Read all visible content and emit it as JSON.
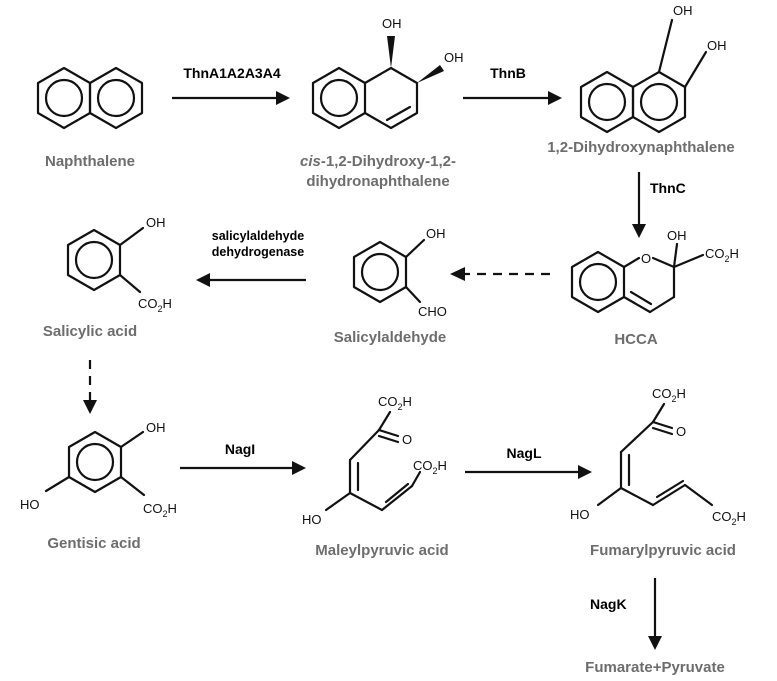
{
  "compounds": {
    "naphthalene": "Naphthalene",
    "dihydrodiol_prefix": "cis",
    "dihydrodiol_line1_rest": "-1,2-Dihydroxy-1,2-",
    "dihydrodiol_line2": "dihydronaphthalene",
    "dhn": "1,2-Dihydroxynaphthalene",
    "hcca": "HCCA",
    "salicylaldehyde": "Salicylaldehyde",
    "salicylic_acid": "Salicylic acid",
    "gentisic_acid": "Gentisic acid",
    "maleylpyruvic_acid": "Maleylpyruvic acid",
    "fumarylpyruvic_acid": "Fumarylpyruvic acid",
    "fumarate_pyruvate": "Fumarate+Pyruvate"
  },
  "enzymes": {
    "thna": "ThnA1A2A3A4",
    "thnb": "ThnB",
    "thnc": "ThnC",
    "sald_line1": "salicylaldehyde",
    "sald_line2": "dehydrogenase",
    "nagi": "NagI",
    "nagl": "NagL",
    "nagk": "NagK"
  },
  "atoms": {
    "oh": "OH",
    "ho": "HO",
    "o": "O",
    "cho": "CHO",
    "co2h_main": "CO",
    "co2h_sub": "2",
    "co2h_end": "H"
  }
}
